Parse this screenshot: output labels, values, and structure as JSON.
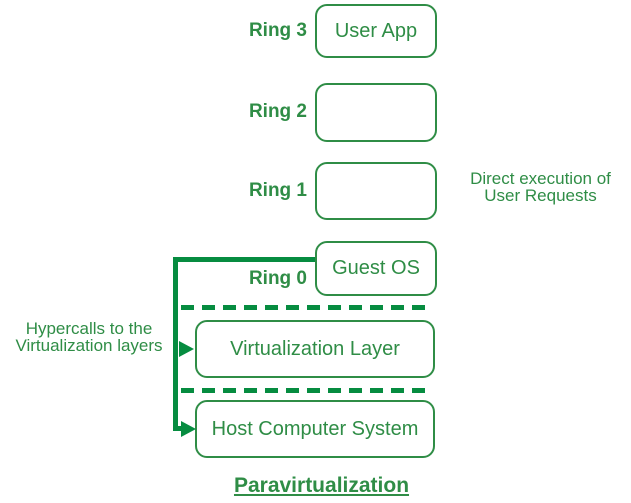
{
  "colors": {
    "text_green": "#2f8d46",
    "line_green": "#068c40",
    "background": "#ffffff"
  },
  "rings": [
    {
      "label": "Ring 3",
      "box_text": "User App"
    },
    {
      "label": "Ring 2",
      "box_text": ""
    },
    {
      "label": "Ring 1",
      "box_text": ""
    },
    {
      "label": "Ring 0",
      "box_text": "Guest OS"
    }
  ],
  "layers": {
    "virtualization": "Virtualization Layer",
    "host": "Host Computer System"
  },
  "annotations": {
    "direct_execution_line1": "Direct execution of",
    "direct_execution_line2": "User Requests",
    "hypercalls_line1": "Hypercalls to the",
    "hypercalls_line2": "Virtualization layers"
  },
  "title": "Paravirtualization"
}
